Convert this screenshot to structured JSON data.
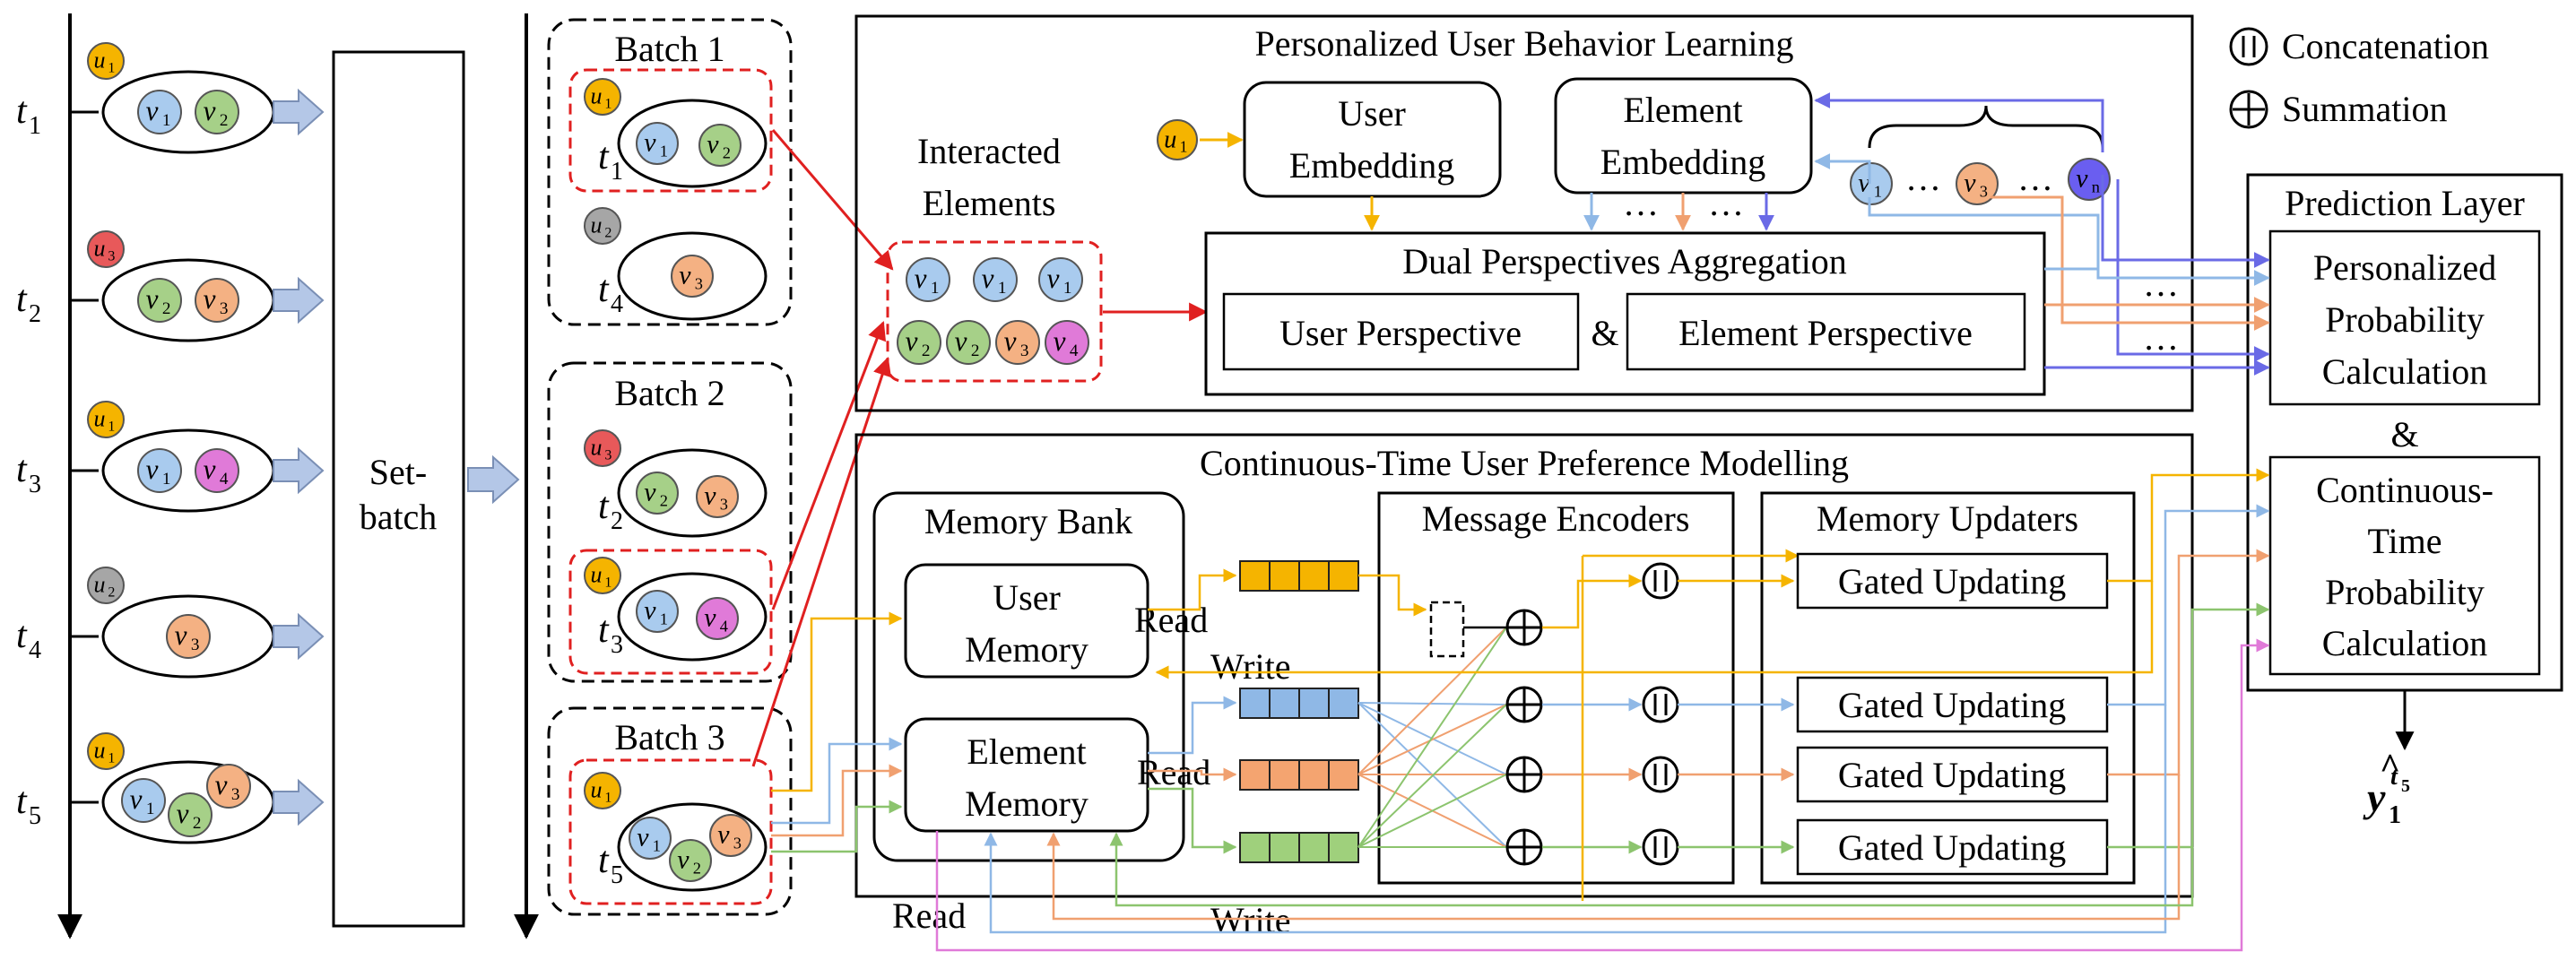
{
  "colors": {
    "user_orange": "#f5b400",
    "user_red": "#e8595a",
    "user_gray": "#a6a6a6",
    "item_blue": "#a9cbee",
    "item_green": "#a6d088",
    "item_orange": "#f4b183",
    "item_pink": "#e07ad8",
    "item_purple": "#6a5ef0",
    "arrow_red": "#e02020",
    "arrow_fill": "#b4c7e7",
    "line_purple": "#6a6ae6",
    "line_pink": "#e07ad8"
  },
  "timeline": {
    "rows": [
      {
        "t": "t",
        "t_sub": "1",
        "user": "u",
        "user_sub": "1",
        "user_color": "user_orange",
        "items": [
          {
            "v": "v",
            "sub": "1",
            "color": "item_blue"
          },
          {
            "v": "v",
            "sub": "2",
            "color": "item_green"
          }
        ]
      },
      {
        "t": "t",
        "t_sub": "2",
        "user": "u",
        "user_sub": "3",
        "user_color": "user_red",
        "items": [
          {
            "v": "v",
            "sub": "2",
            "color": "item_green"
          },
          {
            "v": "v",
            "sub": "3",
            "color": "item_orange"
          }
        ]
      },
      {
        "t": "t",
        "t_sub": "3",
        "user": "u",
        "user_sub": "1",
        "user_color": "user_orange",
        "items": [
          {
            "v": "v",
            "sub": "1",
            "color": "item_blue"
          },
          {
            "v": "v",
            "sub": "4",
            "color": "item_pink"
          }
        ]
      },
      {
        "t": "t",
        "t_sub": "4",
        "user": "u",
        "user_sub": "2",
        "user_color": "user_gray",
        "items": [
          {
            "v": "v",
            "sub": "3",
            "color": "item_orange"
          }
        ]
      },
      {
        "t": "t",
        "t_sub": "5",
        "user": "u",
        "user_sub": "1",
        "user_color": "user_orange",
        "items": [
          {
            "v": "v",
            "sub": "1",
            "color": "item_blue"
          },
          {
            "v": "v",
            "sub": "2",
            "color": "item_green"
          },
          {
            "v": "v",
            "sub": "3",
            "color": "item_orange"
          }
        ]
      }
    ]
  },
  "setbatch": {
    "line1": "Set-",
    "line2": "batch"
  },
  "batches": {
    "b1": {
      "title": "Batch 1"
    },
    "b2": {
      "title": "Batch 2"
    },
    "b3": {
      "title": "Batch 3"
    }
  },
  "publ": {
    "title": "Personalized User Behavior Learning",
    "interacted_line1": "Interacted",
    "interacted_line2": "Elements",
    "user_embedding_line1": "User",
    "user_embedding_line2": "Embedding",
    "element_embedding_line1": "Element",
    "element_embedding_line2": "Embedding",
    "dual_title": "Dual Perspectives Aggregation",
    "user_perspective": "User Perspective",
    "amp": "&",
    "element_perspective": "Element Perspective",
    "dots": "…",
    "vn_sub": "n"
  },
  "ctupm": {
    "title": "Continuous-Time User Preference Modelling",
    "memory_bank": "Memory Bank",
    "user_memory_line1": "User",
    "user_memory_line2": "Memory",
    "element_memory_line1": "Element",
    "element_memory_line2": "Memory",
    "read": "Read",
    "write": "Write",
    "message_encoders": "Message Encoders",
    "memory_updaters": "Memory Updaters",
    "gated_updating": "Gated Updating"
  },
  "legend": {
    "concat": "Concatenation",
    "sum": "Summation"
  },
  "prediction": {
    "title": "Prediction Layer",
    "personalized_line1": "Personalized",
    "personalized_line2": "Probability",
    "personalized_line3": "Calculation",
    "amp": "&",
    "continuous_line1": "Continuous-",
    "continuous_line2": "Time",
    "continuous_line3": "Probability",
    "continuous_line4": "Calculation",
    "output_main": "y",
    "output_sub": "1",
    "output_sup": "t",
    "output_sup_sub": "5"
  }
}
